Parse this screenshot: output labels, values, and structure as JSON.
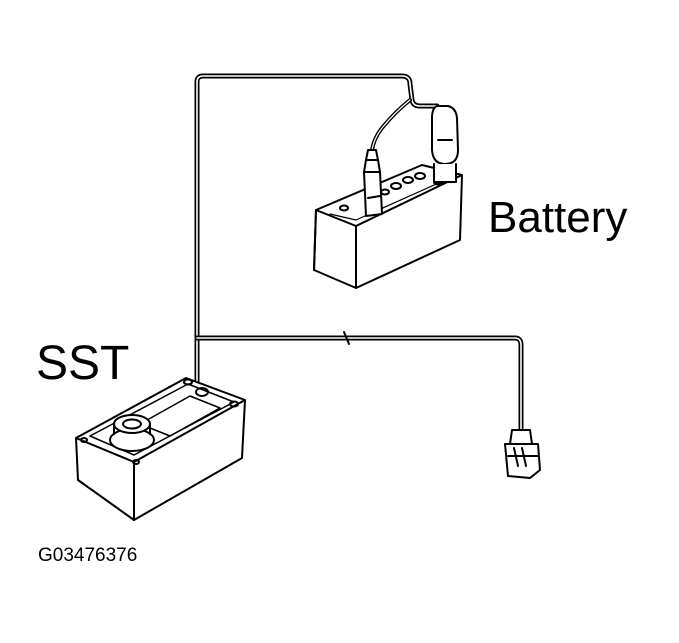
{
  "labels": {
    "battery": "Battery",
    "sst": "SST",
    "figure_code": "G03476376"
  },
  "colors": {
    "ink": "#000000",
    "background": "#ffffff"
  }
}
